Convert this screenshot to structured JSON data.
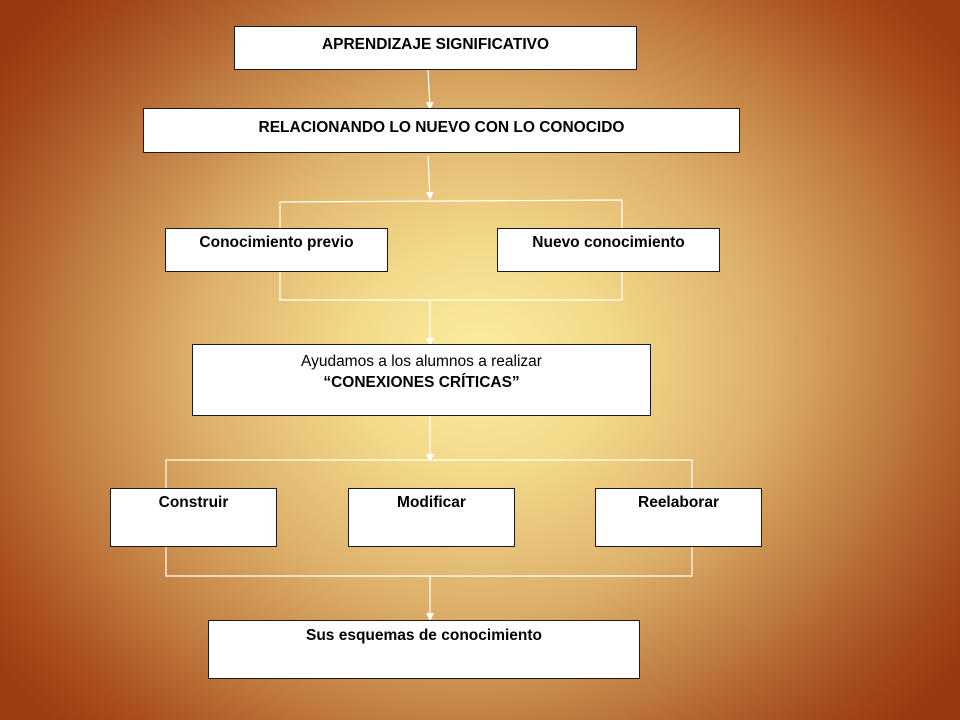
{
  "diagram": {
    "title": "APRENDIZAJE SIGNIFICATIVO",
    "relating": "RELACIONANDO LO NUEVO CON LO CONOCIDO",
    "prior_knowledge": "Conocimiento previo",
    "new_knowledge": "Nuevo conocimiento",
    "connections_line1": "Ayudamos a los alumnos a realizar",
    "connections_line2": "“CONEXIONES CRÍTICAS”",
    "build": "Construir",
    "modify": "Modificar",
    "rework": "Reelaborar",
    "result": "Sus esquemas de conocimiento"
  },
  "colors": {
    "bg_center": "#fbeea0",
    "bg_edge": "#9c3e10",
    "box_fill": "#ffffff",
    "connector": "#ffffff"
  }
}
